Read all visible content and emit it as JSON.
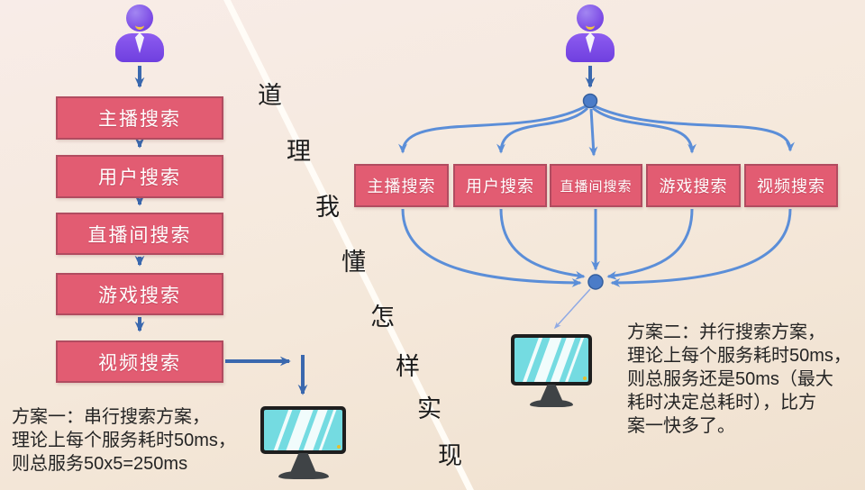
{
  "diagram": {
    "left": {
      "boxes": [
        "主播搜索",
        "用户搜索",
        "直播间搜索",
        "游戏搜索",
        "视频搜索"
      ],
      "caption": [
        "方案一：串行搜索方案，",
        "理论上每个服务耗时50ms，",
        "则总服务50x5=250ms"
      ]
    },
    "right": {
      "boxes": [
        "主播搜索",
        "用户搜索",
        "直播间搜索",
        "游戏搜索",
        "视频搜索"
      ],
      "caption": [
        "方案二：并行搜索方案，",
        "理论上每个服务耗时50ms，",
        "则总服务还是50ms（最大",
        "耗时决定总耗时），比方",
        "案一快多了。"
      ]
    },
    "divider_chars": [
      "道",
      "理",
      "我",
      "懂",
      "怎",
      "样",
      "实",
      "现"
    ],
    "icons": [
      "user-icon",
      "monitor-icon",
      "junction-node",
      "divider-line",
      "flow-arrow"
    ],
    "colors": {
      "box_fill": "#e25c72",
      "box_border": "#b14c60",
      "arrow_dark": "#3a68ae",
      "arrow_light": "#5b8ed8",
      "node_fill": "#4b7cc8",
      "screen_cyan": "#74dbe1",
      "divider_line": "#fffdf8",
      "text": "#242424",
      "background_top": "#f8ece8",
      "background_bottom": "#f0e1cf",
      "person_purple": "#7a48e4"
    }
  }
}
